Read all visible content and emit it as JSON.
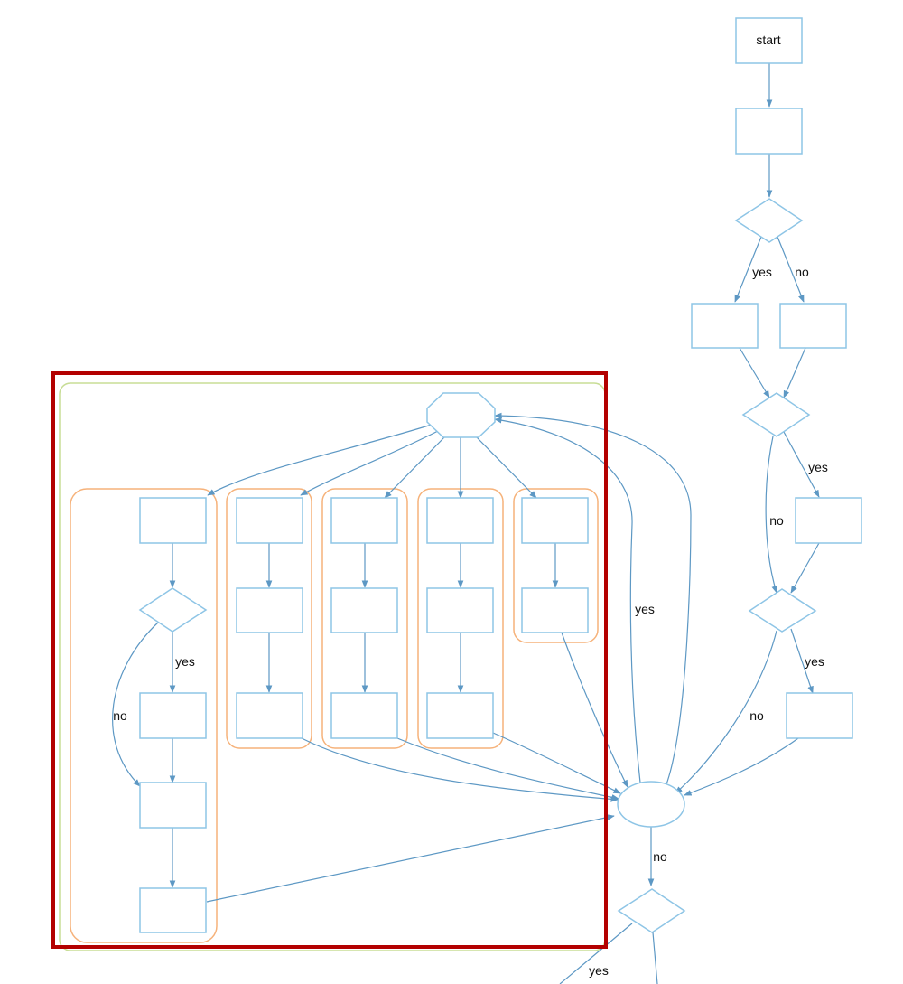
{
  "diagram": {
    "start_label": "start",
    "edge_labels": {
      "d1_yes": "yes",
      "d1_no": "no",
      "d2_yes": "yes",
      "d2_no": "no",
      "d3_yes": "yes",
      "d3_no": "no",
      "oct_yes": "yes",
      "inner_yes": "yes",
      "inner_no": "no",
      "ellipse_no": "no",
      "bottom_yes": "yes"
    },
    "colors": {
      "node_stroke": "#8ec5e6",
      "edge": "#5d98c4",
      "group_stroke": "#f6b27a",
      "outer_group_stroke": "#c8dd96",
      "highlight": "#b30000"
    }
  }
}
